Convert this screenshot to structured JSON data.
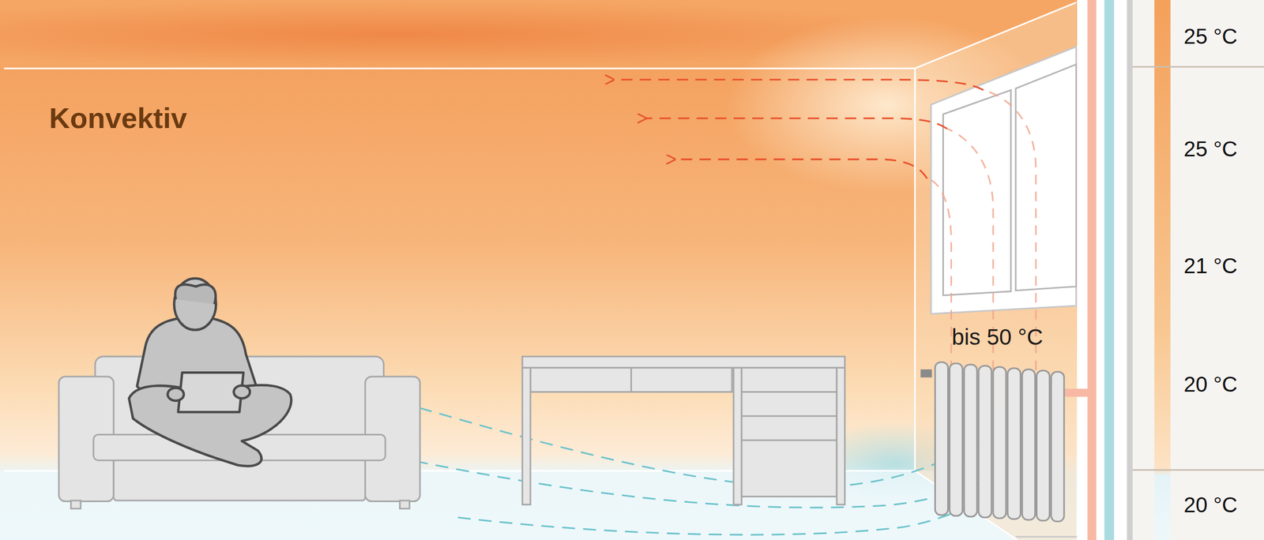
{
  "diagram": {
    "title": "Konvektiv",
    "labels": [
      "bis 50 °C",
      "25 °C",
      "25 °C",
      "21 °C",
      "20 °C",
      "20 °C"
    ]
  }
}
